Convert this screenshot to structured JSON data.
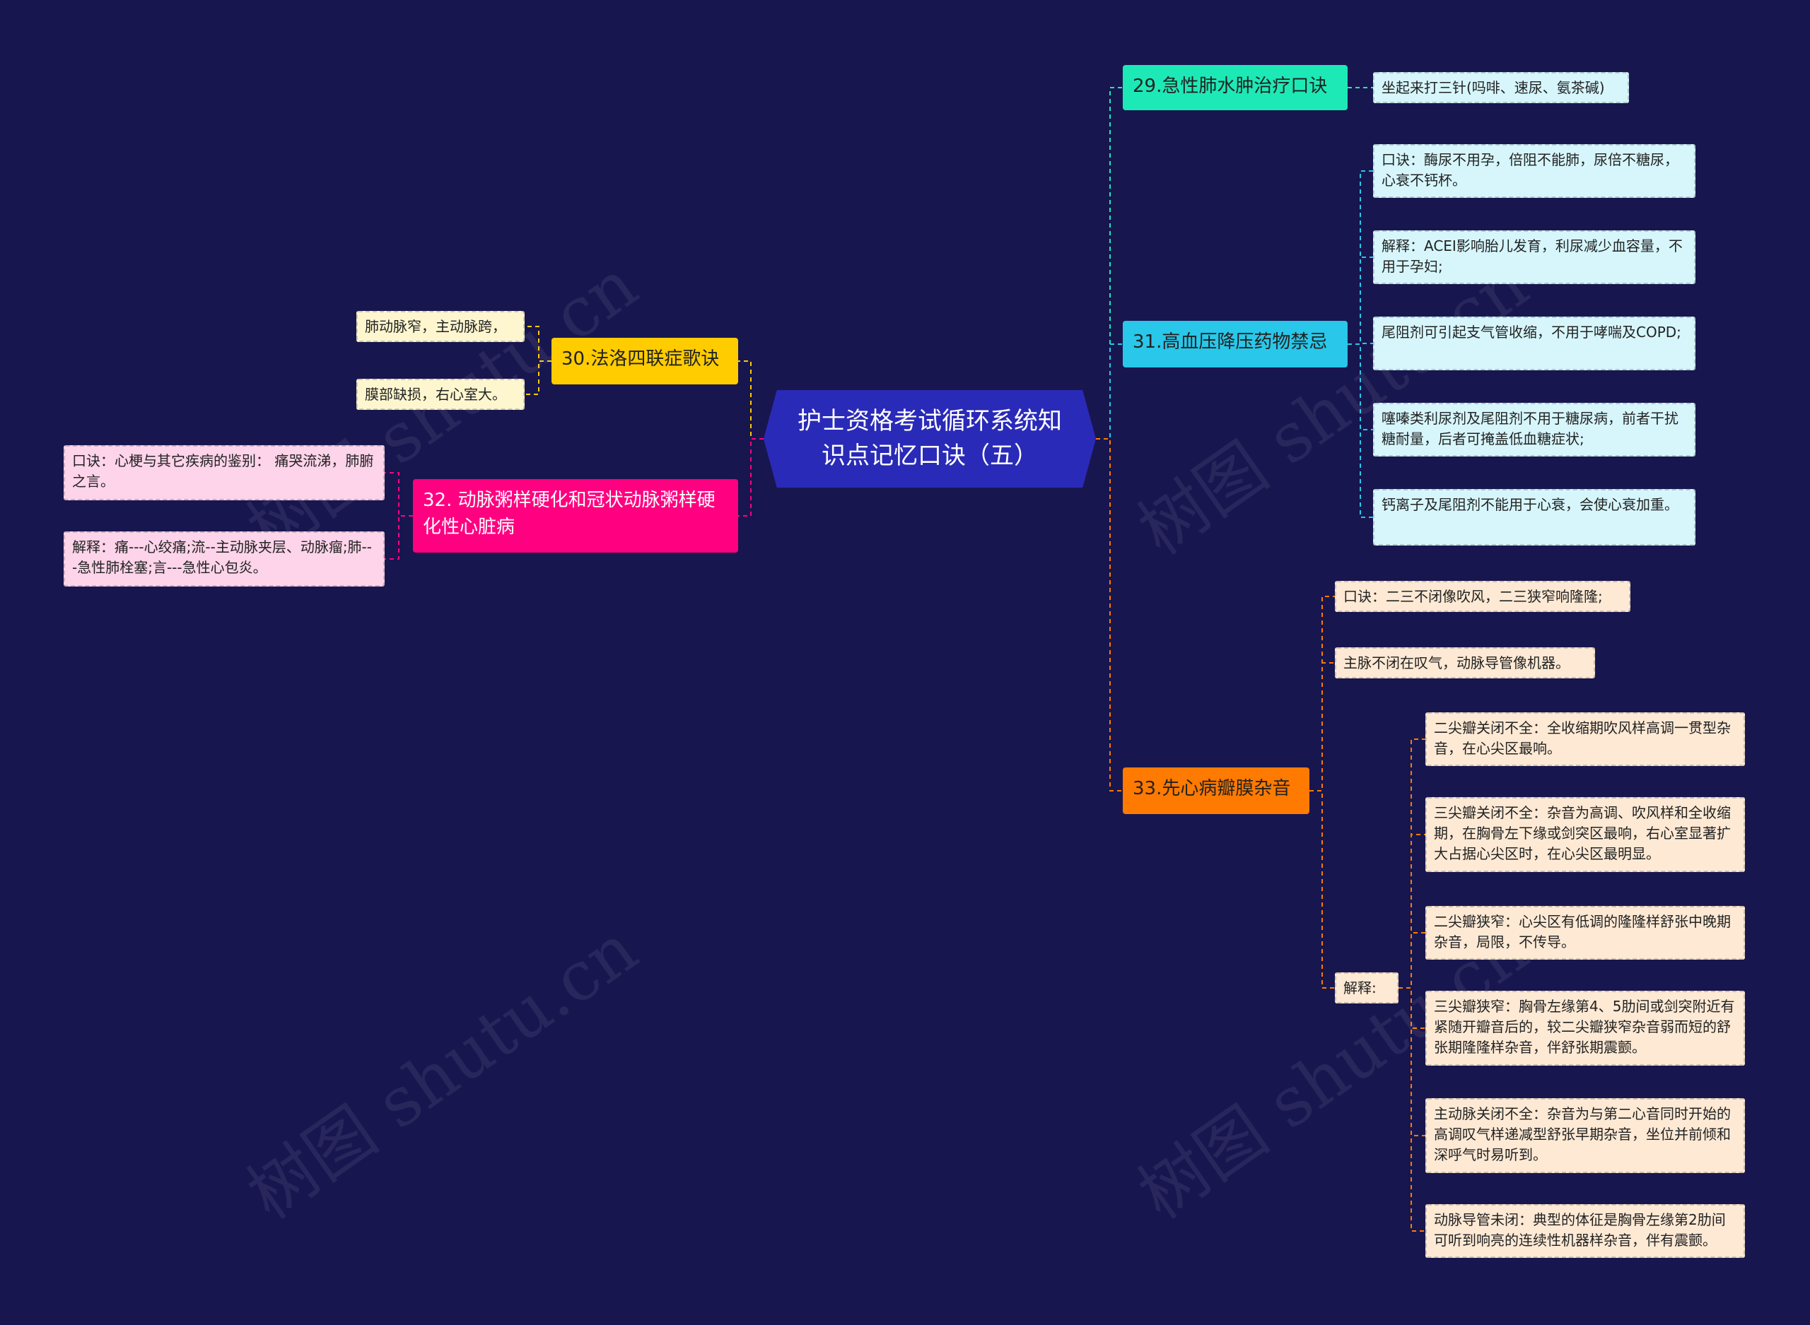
{
  "title": "护士资格考试循环系统知识点记忆口诀（五）",
  "watermark_text": "树图 shutu.cn",
  "colors": {
    "background": "#18164f",
    "root": "#2a2ab8",
    "teal": "#1de9b6",
    "cyan": "#29c7e9",
    "orange": "#ff7a00",
    "yellow": "#ffcc00",
    "magenta": "#ff0080",
    "leaf_cyan": "#d6f6fc",
    "leaf_peach": "#fde9d4",
    "leaf_yellow": "#fdf6cf",
    "leaf_pink": "#fdd4ea"
  },
  "branches": {
    "b29": {
      "label": "29.急性肺水肿治疗口诀",
      "leaves": [
        "坐起来打三针(吗啡、速尿、氨茶碱)"
      ]
    },
    "b31": {
      "label": "31.高血压降压药物禁忌",
      "leaves": [
        "口诀：酶尿不用孕，倍阻不能肺，尿倍不糖尿，心衰不钙杯。",
        "解释：ACEI影响胎儿发育，利尿减少血容量，不用于孕妇;",
        "尾阻剂可引起支气管收缩，不用于哮喘及COPD;",
        "噻嗪类利尿剂及尾阻剂不用于糖尿病，前者干扰糖耐量，后者可掩盖低血糖症状;",
        "钙离子及尾阻剂不能用于心衰，会使心衰加重。"
      ]
    },
    "b33": {
      "label": "33.先心病瓣膜杂音",
      "leaves": [
        "口诀：二三不闭像吹风，二三狭窄响隆隆;",
        "主脉不闭在叹气，动脉导管像机器。"
      ],
      "explain_label": "解释:",
      "explain_items": [
        "二尖瓣关闭不全：全收缩期吹风样高调一贯型杂音，在心尖区最响。",
        "三尖瓣关闭不全：杂音为高调、吹风样和全收缩期，在胸骨左下缘或剑突区最响，右心室显著扩大占据心尖区时，在心尖区最明显。",
        "二尖瓣狭窄：心尖区有低调的隆隆样舒张中晚期杂音，局限，不传导。",
        "三尖瓣狭窄：胸骨左缘第4、5肋间或剑突附近有紧随开瓣音后的，较二尖瓣狭窄杂音弱而短的舒张期隆隆样杂音，伴舒张期震颤。",
        "主动脉关闭不全：杂音为与第二心音同时开始的高调叹气样递减型舒张早期杂音，坐位并前倾和深呼气时易听到。",
        "动脉导管未闭：典型的体征是胸骨左缘第2肋间可听到响亮的连续性机器样杂音，伴有震颤。"
      ]
    },
    "b30": {
      "label": "30.法洛四联症歌诀",
      "leaves": [
        "肺动脉窄，主动脉跨，",
        "膜部缺损，右心室大。"
      ]
    },
    "b32": {
      "label": "32. 动脉粥样硬化和冠状动脉粥样硬化性心脏病",
      "leaves": [
        "口诀：心梗与其它疾病的鉴别： 痛哭流涕，肺腑之言。",
        "解释：痛---心绞痛;流--主动脉夹层、动脉瘤;肺---急性肺栓塞;言---急性心包炎。"
      ]
    }
  }
}
